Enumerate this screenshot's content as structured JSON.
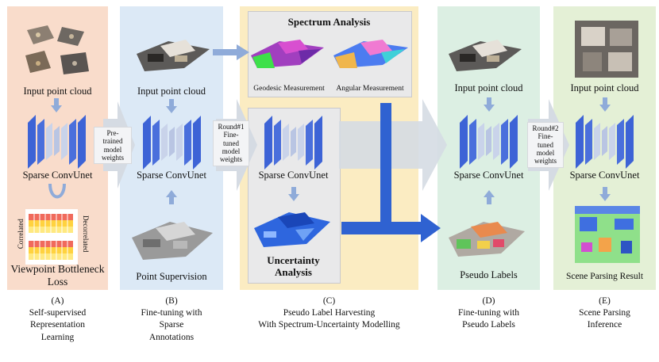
{
  "panels": {
    "a": {
      "input_label": "Input point cloud",
      "net_label": "Sparse ConvUnet",
      "matrix_left": "Correlated",
      "matrix_right": "Decorrelated",
      "loss_label": "Viewpoint Bottleneck Loss",
      "caption_letter": "(A)",
      "caption_lines": [
        "Self-supervised",
        "Representation",
        "Learning"
      ]
    },
    "b": {
      "input_label": "Input point cloud",
      "net_label": "Sparse ConvUnet",
      "supervision_label": "Point Supervision",
      "caption_letter": "(B)",
      "caption_lines": [
        "Fine-tuning with",
        "Sparse",
        "Annotations"
      ]
    },
    "c": {
      "spectrum_title": "Spectrum Analysis",
      "geodesic_label": "Geodesic Measurement",
      "angular_label": "Angular Measurement",
      "net_label": "Sparse ConvUnet",
      "uncertainty_label_1": "Uncertainty",
      "uncertainty_label_2": "Analysis",
      "caption_letter": "(C)",
      "caption_lines": [
        "Pseudo Label Harvesting",
        "With Spectrum-Uncertainty Modelling"
      ]
    },
    "d": {
      "input_label": "Input point cloud",
      "net_label": "Sparse ConvUnet",
      "pseudo_label": "Pseudo Labels",
      "caption_letter": "(D)",
      "caption_lines": [
        "Fine-tuning with",
        "Pseudo Labels"
      ]
    },
    "e": {
      "input_label": "Input point cloud",
      "net_label": "Sparse ConvUnet",
      "result_label": "Scene Parsing Result",
      "caption_letter": "(E)",
      "caption_lines": [
        "Scene Parsing",
        "Inference"
      ]
    }
  },
  "arrows": {
    "ab": [
      "Pre-",
      "trained",
      "model",
      "weights"
    ],
    "bc": [
      "Round#1",
      "Fine-",
      "tuned",
      "model",
      "weights"
    ],
    "de": [
      "Round#2",
      "Fine-",
      "tuned",
      "model",
      "weights"
    ]
  },
  "colors": {
    "panel_a": "#f9dccb",
    "panel_b": "#dce9f6",
    "panel_c": "#fbecc2",
    "panel_d": "#dcefe3",
    "panel_e": "#e4f0d6",
    "net_blue": "#3d63d6",
    "net_grey": "#c9d3ea",
    "arrow_grey": "#d5dbe3",
    "arrow_blue": "#2f62d1",
    "small_arrow": "#8fabd9"
  }
}
